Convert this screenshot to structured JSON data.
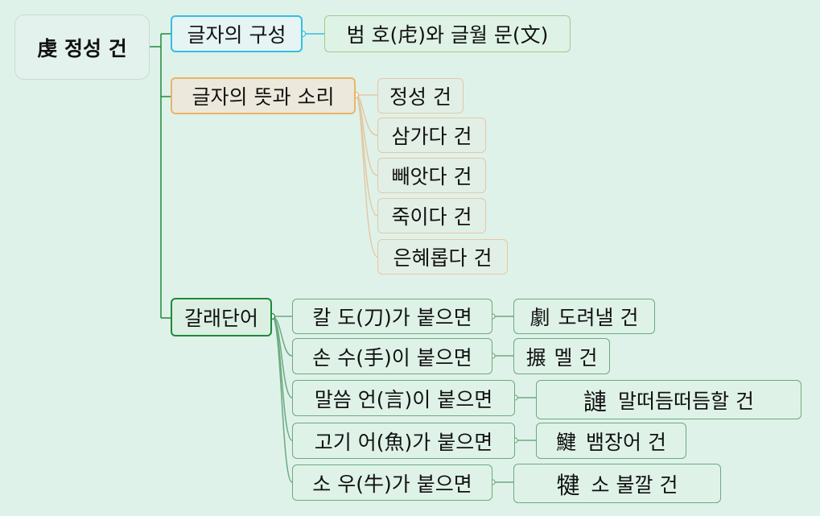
{
  "root": "虔 정성 건",
  "branches": {
    "composition": {
      "label": "글자의 구성",
      "items": [
        "범 호(虍)와 글월 문(文)"
      ]
    },
    "meaning": {
      "label": "글자의 뜻과 소리",
      "items": [
        "정성 건",
        "삼가다 건",
        "빼앗다 건",
        "죽이다 건",
        "은혜롭다 건"
      ]
    },
    "derived": {
      "label": "갈래단어",
      "items": [
        {
          "radical": "칼 도(刀)가 붙으면",
          "char": "劇",
          "meaning": "도려낼 건"
        },
        {
          "radical": "손 수(手)이 붙으면",
          "char": "搌",
          "meaning": "멜 건"
        },
        {
          "radical": "말씀 언(言)이 붙으면",
          "char": "謰",
          "meaning": "말떠듬떠듬할 건"
        },
        {
          "radical": "고기 어(魚)가 붙으면",
          "char": "鰎",
          "meaning": "뱀장어 건"
        },
        {
          "radical": "소 우(牛)가 붙으면",
          "char": "犍",
          "meaning": "소 불깔 건"
        }
      ]
    }
  },
  "colors": {
    "background": "#dff2ea",
    "composition_border": "#37bde0",
    "meaning_border": "#e6b56c",
    "derived_border": "#1e8a3a",
    "trunk": "#1e8a3a"
  }
}
